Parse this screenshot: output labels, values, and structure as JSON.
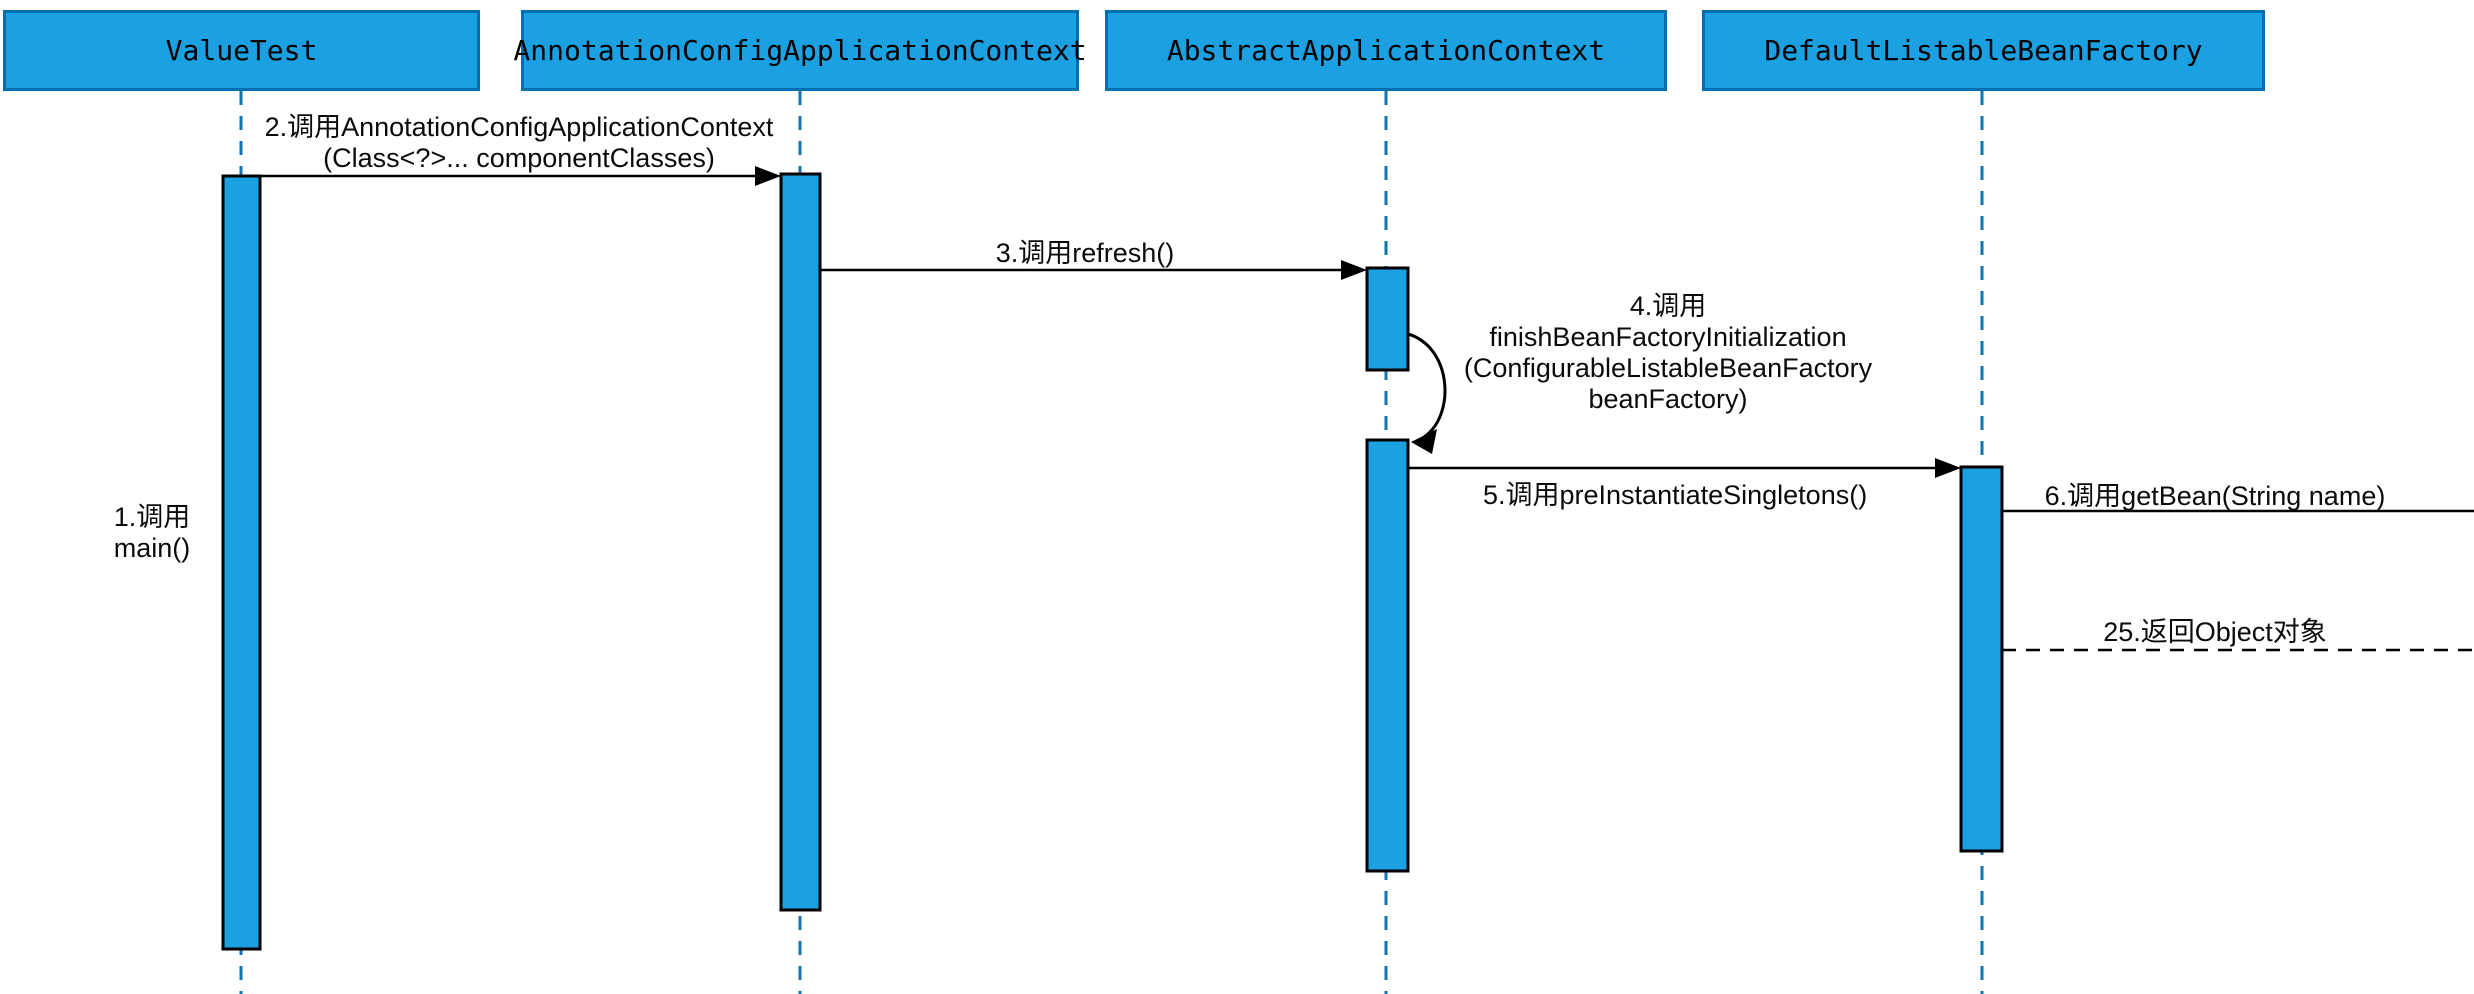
{
  "diagram": {
    "type": "uml-sequence",
    "lifelines": [
      {
        "label": "ValueTest"
      },
      {
        "label": "AnnotationConfigApplicationContext"
      },
      {
        "label": "AbstractApplicationContext"
      },
      {
        "label": "DefaultListableBeanFactory"
      }
    ],
    "messages": [
      {
        "num": "1",
        "style": "floating-label",
        "lines": [
          "1.调用",
          "main()"
        ]
      },
      {
        "num": "2",
        "style": "solid-arrow",
        "lines": [
          "2.调用AnnotationConfigApplicationContext",
          "(Class<?>... componentClasses)"
        ]
      },
      {
        "num": "3",
        "style": "solid-arrow",
        "lines": [
          "3.调用refresh()"
        ]
      },
      {
        "num": "4",
        "style": "self-call-arc",
        "lines": [
          "4.调用",
          "finishBeanFactoryInitialization",
          "(ConfigurableListableBeanFactory",
          "beanFactory)"
        ]
      },
      {
        "num": "5",
        "style": "solid-arrow",
        "lines": [
          "5.调用preInstantiateSingletons()"
        ]
      },
      {
        "num": "6",
        "style": "solid-line-to-edge",
        "lines": [
          "6.调用getBean(String name)"
        ]
      },
      {
        "num": "25",
        "style": "dashed-line-to-edge",
        "lines": [
          "25.返回Object对象"
        ]
      }
    ],
    "colors": {
      "activation_fill": "#1ba1e2",
      "header_border": "#006eaf",
      "lifeline_dash": "#0f76b2",
      "message_line": "#000000",
      "background": "#ffffff"
    }
  }
}
